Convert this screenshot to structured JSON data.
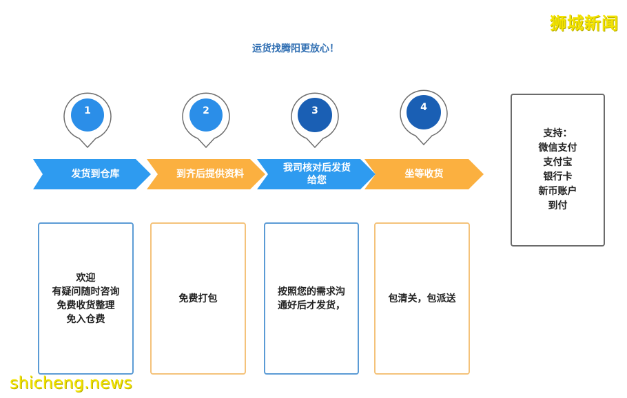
{
  "watermark_top": "狮城新闻",
  "watermark_bottom": "shicheng.news",
  "headline": "运货找腾阳更放心！",
  "steps": [
    {
      "number": "1",
      "label": "发货到仓库",
      "color": "#2e9bf0"
    },
    {
      "number": "2",
      "label": "到齐后提供资料",
      "color": "#fbb040"
    },
    {
      "number": "3",
      "label_line1": "我司核对后发货",
      "label_line2": "给您",
      "color": "#2e9bf0"
    },
    {
      "number": "4",
      "label": "坐等收货",
      "color": "#fbb040"
    }
  ],
  "cards": [
    {
      "lines": [
        "欢迎",
        "有疑问随时咨询",
        "免费收货整理",
        "免入仓费"
      ],
      "style": "blue"
    },
    {
      "lines": [
        "免费打包"
      ],
      "style": "orange"
    },
    {
      "lines": [
        "按照您的需求沟",
        "通好后才发货，"
      ],
      "style": "blue"
    },
    {
      "lines": [
        "包清关，包派送"
      ],
      "style": "orange"
    }
  ],
  "payment": {
    "title": "支持：",
    "methods": [
      "微信支付",
      "支付宝",
      "银行卡",
      "新币账户",
      "到付"
    ]
  },
  "colors": {
    "blue": "#2e9bf0",
    "orange": "#fbb040",
    "pin_dark": "#1a5fb4",
    "pin_light": "#2b8ee8"
  }
}
